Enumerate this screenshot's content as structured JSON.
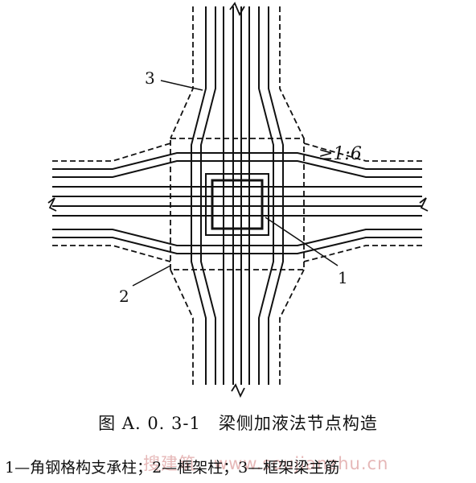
{
  "diagram": {
    "labels": {
      "l1": "1",
      "l2": "2",
      "l3": "3"
    },
    "slope": "≥1:6"
  },
  "caption": "图 A. 0. 3-1　梁侧加液法节点构造",
  "legend": "1—角钢格构支承柱；2—框架柱；3—框架梁主筋",
  "watermark": "搜建筑　www.soujianzhu.cn"
}
